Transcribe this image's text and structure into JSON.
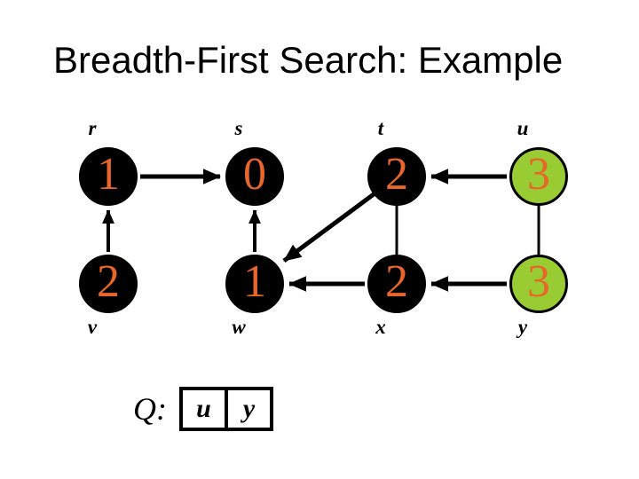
{
  "slide": {
    "title": "Breadth-First Search: Example"
  },
  "colors": {
    "background": "#FFFFFF",
    "node_black": "#000000",
    "node_green": "#99CC33",
    "node_outline": "#000000",
    "value_orange": "#E8662A",
    "edge": "#000000",
    "text": "#000000"
  },
  "graph": {
    "nodes": [
      {
        "id": "r",
        "label": "r",
        "value": "1",
        "fill": "black"
      },
      {
        "id": "s",
        "label": "s",
        "value": "0",
        "fill": "black"
      },
      {
        "id": "t",
        "label": "t",
        "value": "2",
        "fill": "black"
      },
      {
        "id": "u",
        "label": "u",
        "value": "3",
        "fill": "green"
      },
      {
        "id": "v",
        "label": "v",
        "value": "2",
        "fill": "black"
      },
      {
        "id": "w",
        "label": "w",
        "value": "1",
        "fill": "black"
      },
      {
        "id": "x",
        "label": "x",
        "value": "2",
        "fill": "black"
      },
      {
        "id": "y",
        "label": "y",
        "value": "3",
        "fill": "green"
      }
    ],
    "edges": [
      {
        "from": "r",
        "to": "s",
        "directed": true
      },
      {
        "from": "v",
        "to": "r",
        "directed": true
      },
      {
        "from": "w",
        "to": "s",
        "directed": true
      },
      {
        "from": "u",
        "to": "t",
        "directed": true
      },
      {
        "from": "t",
        "to": "w",
        "directed": true
      },
      {
        "from": "x",
        "to": "w",
        "directed": true
      },
      {
        "from": "y",
        "to": "x",
        "directed": true
      },
      {
        "from": "t",
        "to": "x",
        "directed": false
      },
      {
        "from": "u",
        "to": "y",
        "directed": false
      }
    ]
  },
  "queue": {
    "label": "Q:",
    "items": [
      "u",
      "y"
    ]
  }
}
